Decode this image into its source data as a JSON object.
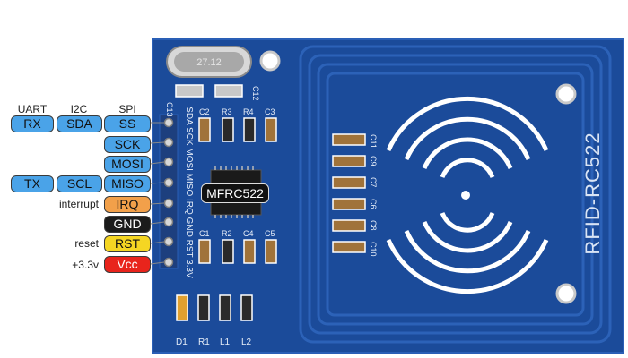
{
  "protocol_headers": [
    "UART",
    "I2C",
    "SPI"
  ],
  "pins": [
    {
      "spi": "SS",
      "i2c": "SDA",
      "uart": "RX",
      "color": "#4aa3e8"
    },
    {
      "spi": "SCK",
      "color": "#4aa3e8"
    },
    {
      "spi": "MOSI",
      "color": "#4aa3e8"
    },
    {
      "spi": "MISO",
      "i2c": "SCL",
      "uart": "TX",
      "color": "#4aa3e8"
    },
    {
      "spi": "IRQ",
      "side": "interrupt",
      "color": "#f2a04a"
    },
    {
      "spi": "GND",
      "color": "#1b1b1b"
    },
    {
      "spi": "RST",
      "side": "reset",
      "color": "#f5d623"
    },
    {
      "spi": "Vcc",
      "side": "+3.3v",
      "color": "#e8241c"
    }
  ],
  "board": {
    "chip": "MFRC522",
    "title": "RFID-RC522",
    "crystal": "27.12",
    "header_silk": "SDA SCK MOSI MISO IRQ GND RST 3.3V",
    "components": {
      "c13": "C13",
      "c12": "C12",
      "c2": "C2",
      "r3": "R3",
      "r4": "R4",
      "c3": "C3",
      "c1": "C1",
      "r2": "R2",
      "c4": "C4",
      "c5": "C5",
      "c11": "C11",
      "c9": "C9",
      "c7": "C7",
      "c6": "C6",
      "c8": "C8",
      "c10": "C10",
      "d1": "D1",
      "r1": "R1",
      "l1": "L1",
      "l2": "L2"
    }
  }
}
